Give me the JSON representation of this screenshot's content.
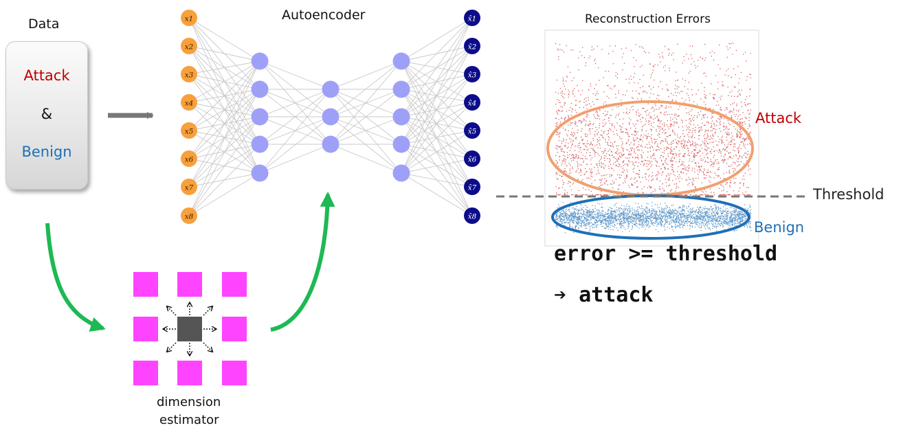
{
  "data_panel": {
    "title": "Data",
    "attack_label": "Attack",
    "ampersand": "&",
    "benign_label": "Benign"
  },
  "autoencoder": {
    "title": "Autoencoder",
    "input_labels": [
      "x1",
      "x2",
      "x3",
      "x4",
      "x5",
      "x6",
      "x7",
      "x8"
    ],
    "output_labels": [
      "x̂1",
      "x̂2",
      "x̂3",
      "x̂4",
      "x̂5",
      "x̂6",
      "x̂7",
      "x̂8"
    ],
    "layer_sizes": [
      8,
      5,
      3,
      5,
      8
    ],
    "colors": {
      "input": "#f7a03c",
      "hidden": "#9ea0f8",
      "output": "#0c0c8a"
    }
  },
  "dimension_estimator": {
    "line1": "dimension",
    "line2": "estimator",
    "cell_color": "#ff44ff",
    "center_color": "#555555"
  },
  "reconstruction": {
    "title": "Reconstruction Errors",
    "attack_label": "Attack",
    "benign_label": "Benign",
    "threshold_label": "Threshold",
    "colors": {
      "attack": "#c00000",
      "benign": "#1f6fb5",
      "attack_ellipse": "#f0a070",
      "benign_ellipse": "#1f6fb5"
    }
  },
  "rule": {
    "line1": "error >= threshold",
    "line2": "➔ attack"
  }
}
